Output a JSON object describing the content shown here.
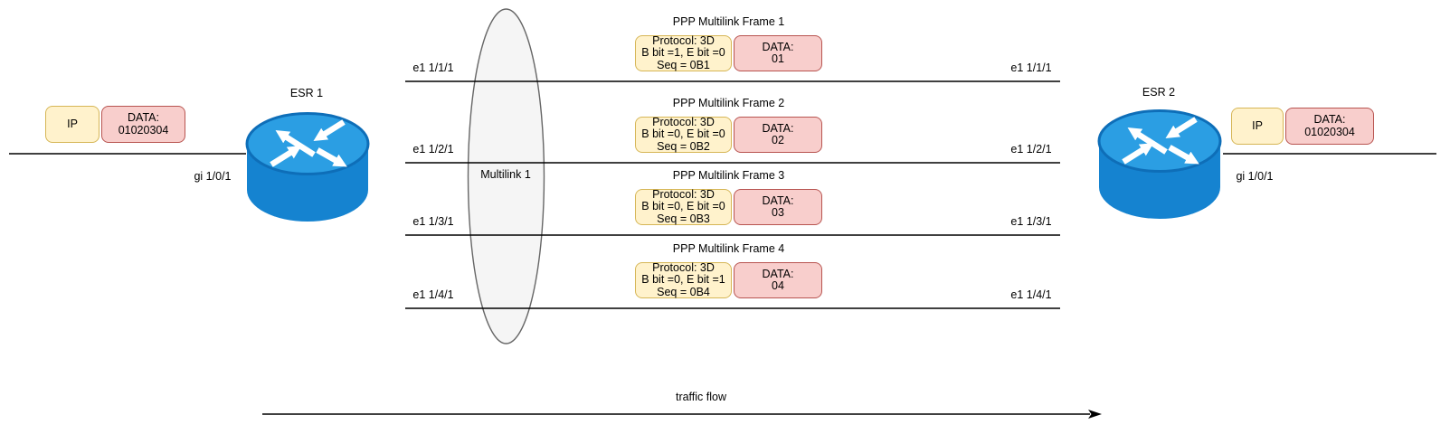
{
  "left_router": {
    "name": "ESR 1",
    "interface": "gi 1/0/1"
  },
  "right_router": {
    "name": "ESR 2",
    "interface": "gi 1/0/1"
  },
  "left_packet": {
    "header": "IP",
    "payload": [
      "DATA:",
      "01020304"
    ]
  },
  "right_packet": {
    "header": "IP",
    "payload": [
      "DATA:",
      "01020304"
    ]
  },
  "multilink": {
    "label": "Multilink 1"
  },
  "traffic_flow": {
    "label": "traffic flow"
  },
  "lanes": [
    {
      "left_port": "e1 1/1/1",
      "right_port": "e1 1/1/1",
      "frame_title": "PPP Multilink Frame 1",
      "protocol": [
        "Protocol: 3D",
        "B bit =1, E bit =0",
        "Seq = 0B1"
      ],
      "data": [
        "DATA:",
        "01"
      ]
    },
    {
      "left_port": "e1 1/2/1",
      "right_port": "e1 1/2/1",
      "frame_title": "PPP Multilink Frame 2",
      "protocol": [
        "Protocol: 3D",
        "B bit =0, E bit =0",
        "Seq = 0B2"
      ],
      "data": [
        "DATA:",
        "02"
      ]
    },
    {
      "left_port": "e1 1/3/1",
      "right_port": "e1 1/3/1",
      "frame_title": "PPP Multilink Frame 3",
      "protocol": [
        "Protocol: 3D",
        "B bit =0, E bit =0",
        "Seq = 0B3"
      ],
      "data": [
        "DATA:",
        "03"
      ]
    },
    {
      "left_port": "e1 1/4/1",
      "right_port": "e1 1/4/1",
      "frame_title": "PPP Multilink Frame 4",
      "protocol": [
        "Protocol: 3D",
        "B bit =0, E bit =1",
        "Seq = 0B4"
      ],
      "data": [
        "DATA:",
        "04"
      ]
    }
  ],
  "colors": {
    "protocol_box_fill": "#FFF2CC",
    "protocol_box_border": "#D6B656",
    "data_box_fill": "#F8CECC",
    "data_box_border": "#B85450",
    "router_top": "#2B9EE3",
    "router_body": "#1583D0",
    "router_rim": "#0E6EB8",
    "ellipse_fill": "#F5F5F5",
    "ellipse_border": "#666666",
    "line": "#000000"
  }
}
